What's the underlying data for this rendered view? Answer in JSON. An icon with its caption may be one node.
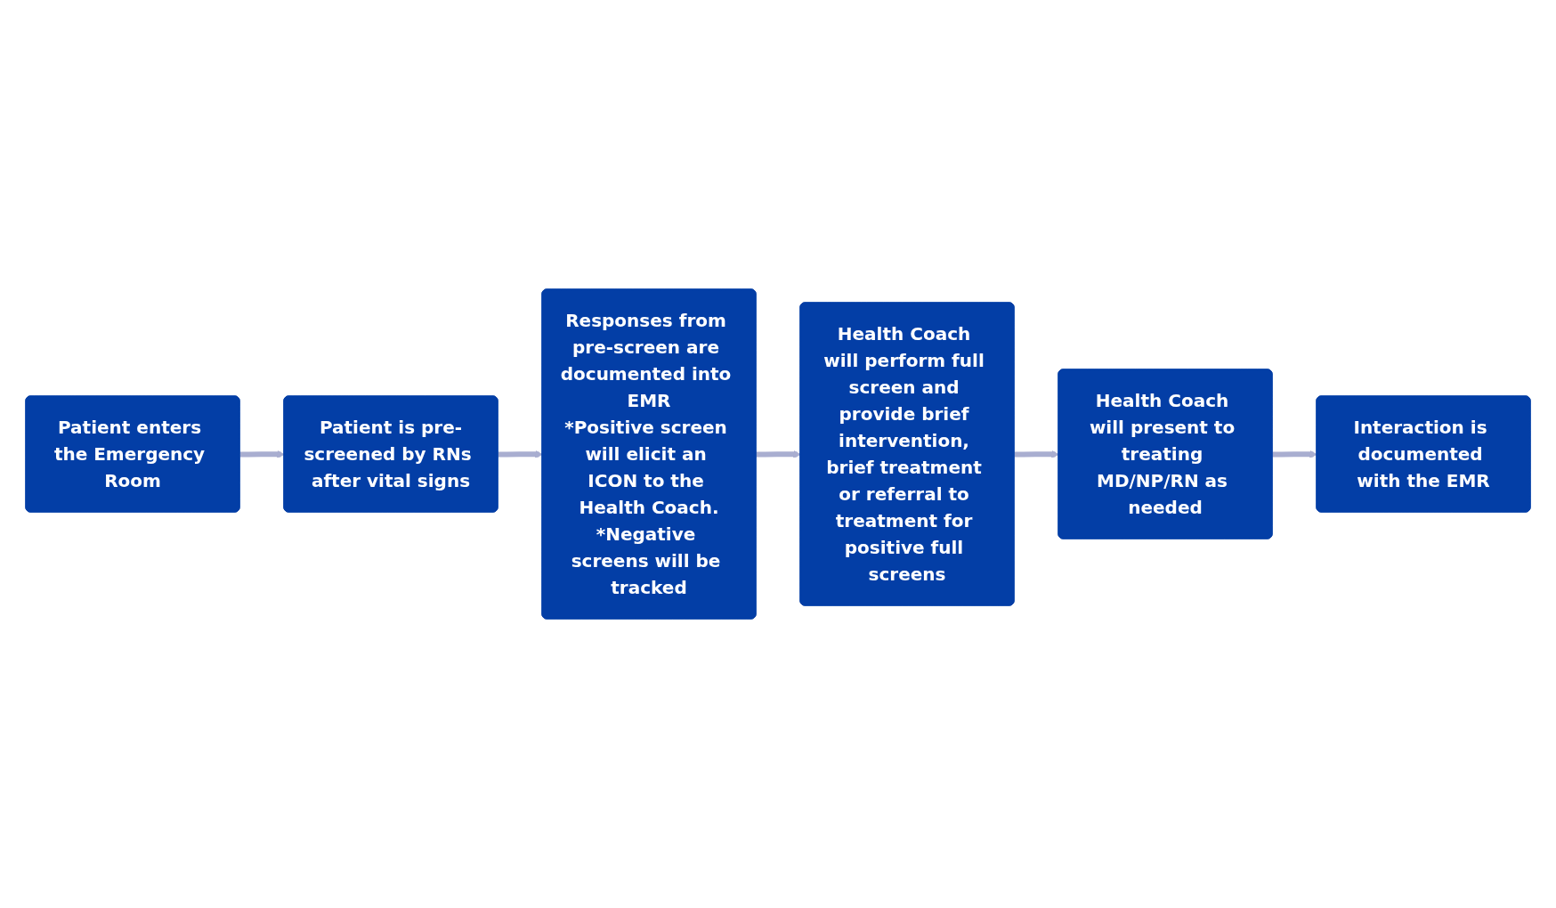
{
  "diagram": {
    "nodes": [
      {
        "text": [
          "Patient enters the Emergency Room"
        ]
      },
      {
        "text": [
          "Patient is pre-screened by RNs after vital signs"
        ]
      },
      {
        "text": [
          "Responses from pre-screen are documented into EMR",
          "*Positive screen will elicit an ICON to the Health Coach.",
          "*Negative screens will be tracked"
        ]
      },
      {
        "text": [
          "Health Coach will perform full screen and provide brief intervention, brief treatment or referral to treatment for positive full screens"
        ]
      },
      {
        "text": [
          "Health Coach will present to treating MD/NP/RN as needed"
        ]
      },
      {
        "text": [
          "Interaction is documented with the EMR"
        ]
      }
    ],
    "edges": [
      {
        "from": 0,
        "to": 1,
        "arrow": "to"
      },
      {
        "from": 1,
        "to": 2,
        "arrow": "to"
      },
      {
        "from": 2,
        "to": 3,
        "arrow": "to"
      },
      {
        "from": 3,
        "to": 4,
        "arrow": "to"
      },
      {
        "from": 4,
        "to": 5,
        "arrow": "to"
      }
    ]
  }
}
